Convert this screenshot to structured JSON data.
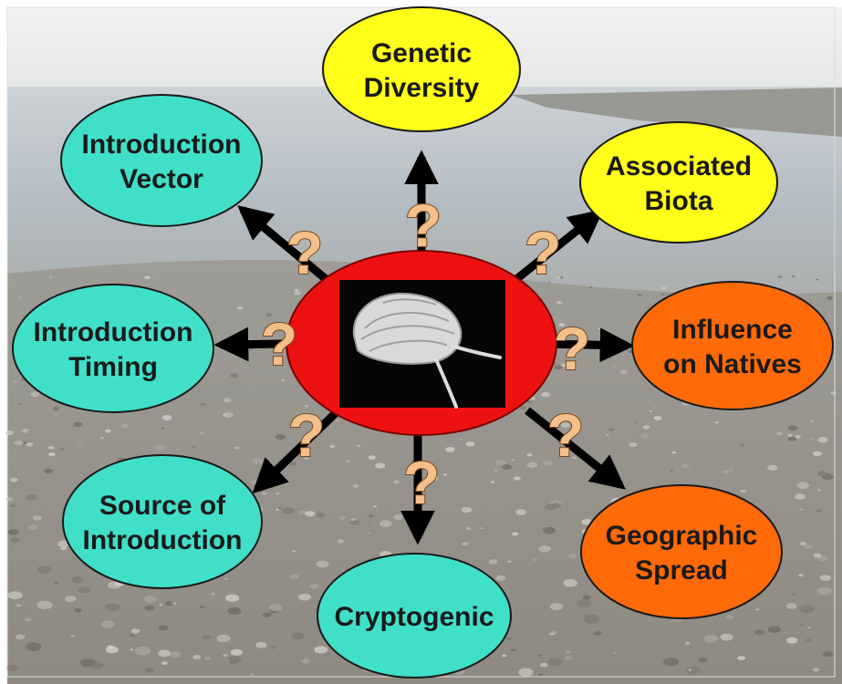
{
  "colors": {
    "teal": "#40e0c8",
    "yellow": "#ffff1a",
    "orange": "#ff6a08",
    "center_red": "#ee1111",
    "center_box": "#050505",
    "arrow": "#000000",
    "question_mark": "#f4c08a"
  },
  "center": {
    "icon": "snail-shell-icon"
  },
  "question_mark_text": "?",
  "nodes": [
    {
      "id": "genetic-diversity",
      "lines": [
        "Genetic",
        "Diversity"
      ],
      "color": "yellow"
    },
    {
      "id": "associated-biota",
      "lines": [
        "Associated",
        "Biota"
      ],
      "color": "yellow"
    },
    {
      "id": "influence-on-natives",
      "lines": [
        "Influence",
        "on Natives"
      ],
      "color": "orange"
    },
    {
      "id": "geographic-spread",
      "lines": [
        "Geographic",
        "Spread"
      ],
      "color": "orange"
    },
    {
      "id": "cryptogenic",
      "lines": [
        "Cryptogenic"
      ],
      "color": "teal"
    },
    {
      "id": "source-of-introduction",
      "lines": [
        "Source of",
        "Introduction"
      ],
      "color": "teal"
    },
    {
      "id": "introduction-timing",
      "lines": [
        "Introduction",
        "Timing"
      ],
      "color": "teal"
    },
    {
      "id": "introduction-vector",
      "lines": [
        "Introduction",
        "Vector"
      ],
      "color": "teal"
    }
  ]
}
